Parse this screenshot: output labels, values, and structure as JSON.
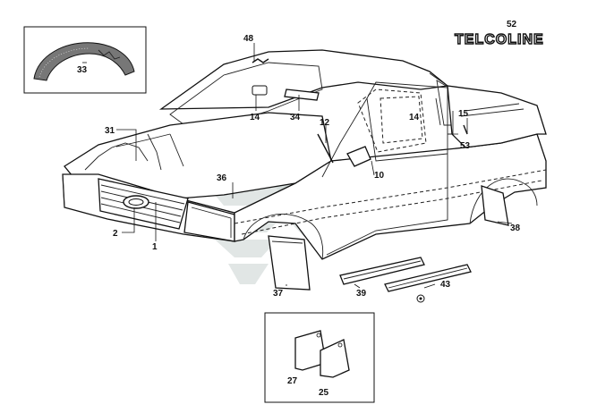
{
  "logo": {
    "text": "TELCOLINE"
  },
  "callouts": {
    "c1": "1",
    "c2": "2",
    "c10": "10",
    "c12": "12",
    "c14a": "14",
    "c14b": "14",
    "c15": "15",
    "c25": "25",
    "c27": "27",
    "c31": "31",
    "c33": "33",
    "c34": "34",
    "c36": "36",
    "c37": "37",
    "c38": "38",
    "c39": "39",
    "c43": "43",
    "c48": "48",
    "c52": "52",
    "c53": "53"
  }
}
